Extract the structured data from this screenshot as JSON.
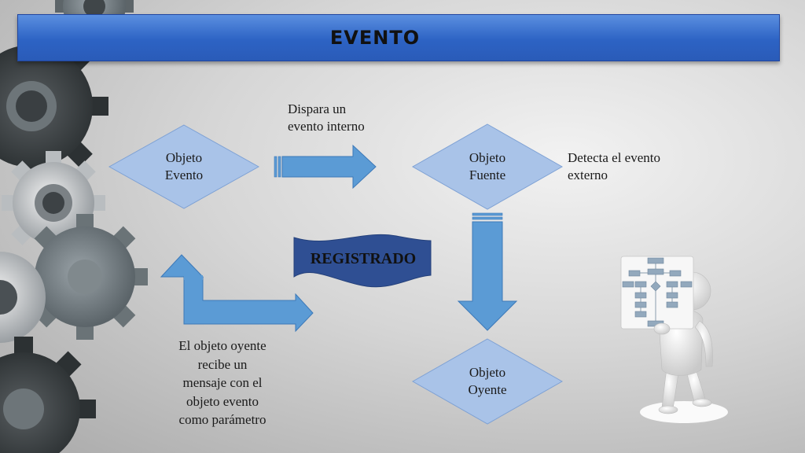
{
  "title": "EVENTO",
  "nodes": {
    "evento": {
      "line1": "Objeto",
      "line2": "Evento"
    },
    "fuente": {
      "line1": "Objeto",
      "line2": "Fuente"
    },
    "oyente": {
      "line1": "Objeto",
      "line2": "Oyente"
    }
  },
  "notes": {
    "dispara": {
      "line1": "Dispara un",
      "line2": "evento interno"
    },
    "detecta": {
      "line1": "Detecta el evento",
      "line2": "externo"
    },
    "mensaje": {
      "line1": "El objeto oyente",
      "line2": "recibe un",
      "line3": "mensaje con el",
      "line4": "objeto evento",
      "line5": "como parámetro"
    }
  },
  "banner": "REGISTRADO",
  "colors": {
    "title_bar": "#2d63c4",
    "diamond_fill": "#a9c3e8",
    "arrow_fill": "#5b9bd5",
    "banner_fill": "#2f4f93"
  }
}
